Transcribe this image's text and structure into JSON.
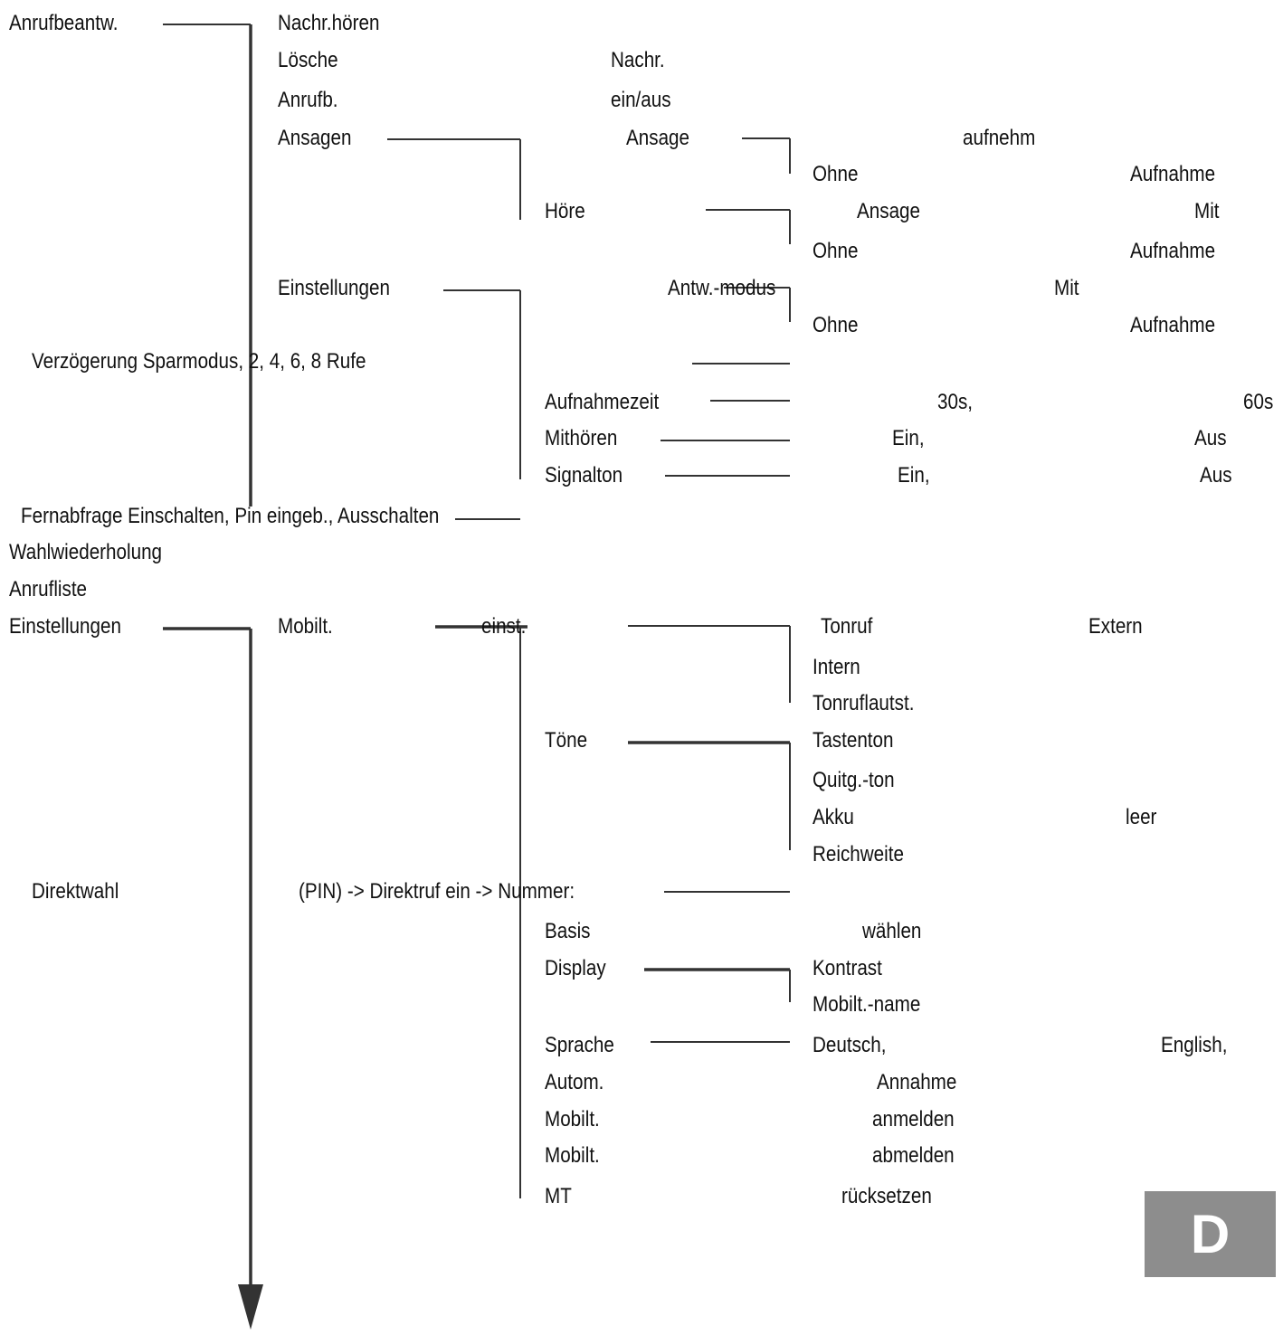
{
  "colors": {
    "text": "#111111",
    "line": "#333333",
    "badge_bg": "#8d8d8d",
    "badge_text": "#ffffff"
  },
  "labels": [
    {
      "id": "anrufbeantw",
      "text": "Anrufbeantw."
    },
    {
      "id": "nachr-hoeren",
      "text": "Nachr.hören"
    },
    {
      "id": "loesche",
      "text": "Lösche"
    },
    {
      "id": "nachr",
      "text": "Nachr."
    },
    {
      "id": "anrufb",
      "text": "Anrufb."
    },
    {
      "id": "ein-aus",
      "text": "ein/aus"
    },
    {
      "id": "ansagen",
      "text": "Ansagen"
    },
    {
      "id": "ansage-1",
      "text": "Ansage"
    },
    {
      "id": "aufnehm",
      "text": "aufnehm"
    },
    {
      "id": "ohne-1",
      "text": "Ohne"
    },
    {
      "id": "aufnahme-1",
      "text": "Aufnahme"
    },
    {
      "id": "hoere",
      "text": "Höre"
    },
    {
      "id": "ansage-2",
      "text": "Ansage"
    },
    {
      "id": "mit-1",
      "text": "Mit"
    },
    {
      "id": "ohne-2",
      "text": "Ohne"
    },
    {
      "id": "aufnahme-2",
      "text": "Aufnahme"
    },
    {
      "id": "einstellungen-1",
      "text": "Einstellungen"
    },
    {
      "id": "antw-modus",
      "text": "Antw.-modus"
    },
    {
      "id": "mit-2",
      "text": "Mit"
    },
    {
      "id": "ohne-3",
      "text": "Ohne"
    },
    {
      "id": "aufnahme-3",
      "text": "Aufnahme"
    },
    {
      "id": "verzoegerung",
      "text": "Verzögerung  Sparmodus, 2, 4, 6, 8 Rufe"
    },
    {
      "id": "aufnahmezeit",
      "text": "Aufnahmezeit"
    },
    {
      "id": "30s",
      "text": "30s,"
    },
    {
      "id": "60s",
      "text": "60s"
    },
    {
      "id": "mithoeren",
      "text": "Mithören"
    },
    {
      "id": "ein-1",
      "text": "Ein,"
    },
    {
      "id": "aus-1",
      "text": "Aus"
    },
    {
      "id": "signalton",
      "text": "Signalton"
    },
    {
      "id": "ein-2",
      "text": "Ein,"
    },
    {
      "id": "aus-2",
      "text": "Aus"
    },
    {
      "id": "fernabfrage",
      "text": "Fernabfrage  Einschalten, Pin eingeb., Ausschalten"
    },
    {
      "id": "wahlwiederholung",
      "text": "Wahlwiederholung"
    },
    {
      "id": "anrufliste",
      "text": "Anrufliste"
    },
    {
      "id": "einstellungen-2",
      "text": "Einstellungen"
    },
    {
      "id": "mobilt",
      "text": "Mobilt."
    },
    {
      "id": "einst",
      "text": "einst."
    },
    {
      "id": "tonruf",
      "text": "Tonruf"
    },
    {
      "id": "extern",
      "text": "Extern"
    },
    {
      "id": "intern",
      "text": "Intern"
    },
    {
      "id": "tonruflautst",
      "text": "Tonruflautst."
    },
    {
      "id": "toene",
      "text": "Töne"
    },
    {
      "id": "tastenton",
      "text": "Tastenton"
    },
    {
      "id": "quitg-ton",
      "text": "Quitg.-ton"
    },
    {
      "id": "akku",
      "text": "Akku"
    },
    {
      "id": "leer",
      "text": "leer"
    },
    {
      "id": "reichweite",
      "text": "Reichweite"
    },
    {
      "id": "direktwahl",
      "text": "Direktwahl"
    },
    {
      "id": "pin-direktruf",
      "text": "(PIN) -> Direktruf ein -> Nummer:"
    },
    {
      "id": "basis",
      "text": "Basis"
    },
    {
      "id": "waehlen",
      "text": "wählen"
    },
    {
      "id": "display",
      "text": "Display"
    },
    {
      "id": "kontrast",
      "text": "Kontrast"
    },
    {
      "id": "mobilt-name",
      "text": "Mobilt.-name"
    },
    {
      "id": "sprache",
      "text": "Sprache"
    },
    {
      "id": "deutsch",
      "text": "Deutsch,"
    },
    {
      "id": "english",
      "text": "English,"
    },
    {
      "id": "autom",
      "text": "Autom."
    },
    {
      "id": "annahme",
      "text": "Annahme"
    },
    {
      "id": "mobilt-2",
      "text": "Mobilt."
    },
    {
      "id": "anmelden",
      "text": "anmelden"
    },
    {
      "id": "mobilt-3",
      "text": "Mobilt."
    },
    {
      "id": "abmelden",
      "text": "abmelden"
    },
    {
      "id": "mt",
      "text": "MT"
    },
    {
      "id": "ruecksetzen",
      "text": "rücksetzen"
    }
  ],
  "badge": {
    "text": "D"
  }
}
